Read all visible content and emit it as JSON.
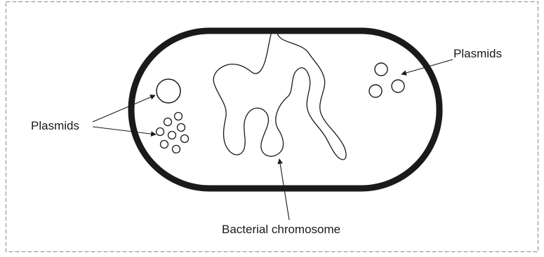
{
  "labels": {
    "plasmids_left": "Plasmids",
    "plasmids_right": "Plasmids",
    "chromosome": "Bacterial chromosome"
  },
  "colors": {
    "background": "#ffffff",
    "ink": "#1a1a1a",
    "frame": "#8a8a8a"
  }
}
